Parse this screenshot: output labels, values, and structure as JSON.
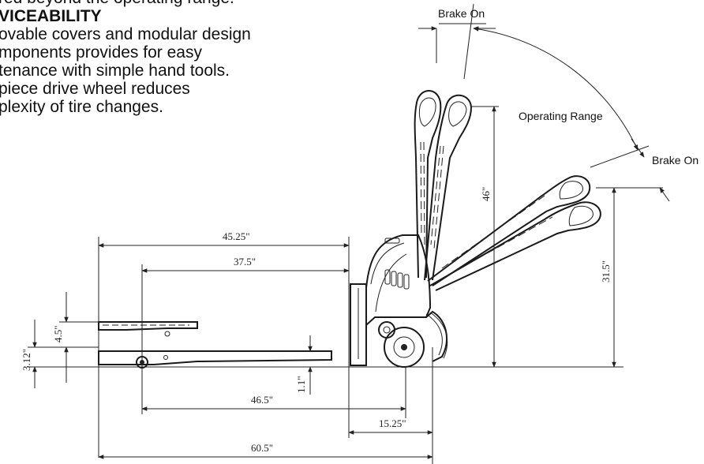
{
  "text": {
    "line1": "red beyond the operating range.",
    "heading": "VICEABILITY",
    "line2": "ovable covers and modular design",
    "line3": "mponents provides for easy",
    "line4": "tenance with simple hand tools.",
    "line5": "piece drive wheel reduces",
    "line6": "plexity of tire changes."
  },
  "labels": {
    "brake_on_top": "Brake On",
    "operating_range": "Operating Range",
    "brake_on_right": "Brake On"
  },
  "dims": {
    "d45": "45.25\"",
    "d37": "37.5\"",
    "d46": "46\"",
    "d31": "31.5\"",
    "d4": "4.5\"",
    "d3": "3.12\"",
    "d1": "1.1\"",
    "d46b": "46.5\"",
    "d15": "15.25\"",
    "d60": "60.5\""
  }
}
